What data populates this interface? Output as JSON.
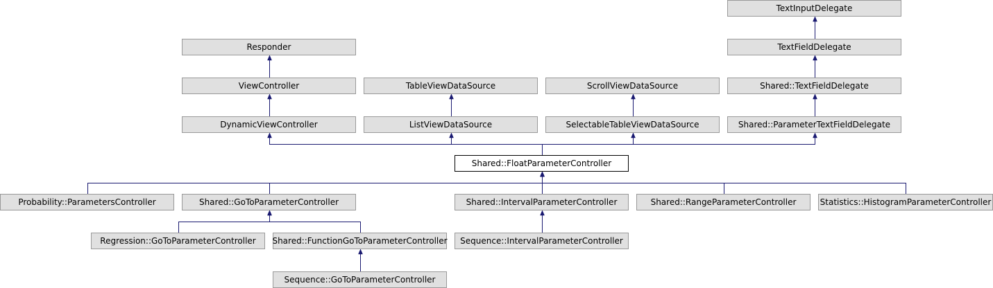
{
  "colors": {
    "node_fill": "#e0e0e0",
    "node_border": "#999999",
    "focus_fill": "#ffffff",
    "edge": "#191970"
  },
  "nodes": {
    "text_input_delegate": "TextInputDelegate",
    "text_field_delegate": "TextFieldDelegate",
    "responder": "Responder",
    "view_controller": "ViewController",
    "table_view_data_source": "TableViewDataSource",
    "scroll_view_data_source": "ScrollViewDataSource",
    "shared_text_field_delegate": "Shared::TextFieldDelegate",
    "dynamic_view_controller": "DynamicViewController",
    "list_view_data_source": "ListViewDataSource",
    "selectable_table_view_data_source": "SelectableTableViewDataSource",
    "shared_parameter_text_field_delegate": "Shared::ParameterTextFieldDelegate",
    "float_parameter_controller": "Shared::FloatParameterController",
    "probability_parameters_controller": "Probability::ParametersController",
    "go_to_parameter_controller": "Shared::GoToParameterController",
    "interval_parameter_controller": "Shared::IntervalParameterController",
    "range_parameter_controller": "Shared::RangeParameterController",
    "histogram_parameter_controller": "Statistics::HistogramParameterController",
    "regression_go_to_parameter_controller": "Regression::GoToParameterController",
    "function_go_to_parameter_controller": "Shared::FunctionGoToParameterController",
    "sequence_interval_parameter_controller": "Sequence::IntervalParameterController",
    "sequence_go_to_parameter_controller": "Sequence::GoToParameterController"
  },
  "edges": [
    {
      "from": "text_field_delegate",
      "to": "text_input_delegate"
    },
    {
      "from": "shared_text_field_delegate",
      "to": "text_field_delegate"
    },
    {
      "from": "view_controller",
      "to": "responder"
    },
    {
      "from": "dynamic_view_controller",
      "to": "view_controller"
    },
    {
      "from": "list_view_data_source",
      "to": "table_view_data_source"
    },
    {
      "from": "selectable_table_view_data_source",
      "to": "scroll_view_data_source"
    },
    {
      "from": "shared_parameter_text_field_delegate",
      "to": "shared_text_field_delegate"
    },
    {
      "from": "float_parameter_controller",
      "to": "dynamic_view_controller"
    },
    {
      "from": "float_parameter_controller",
      "to": "list_view_data_source"
    },
    {
      "from": "float_parameter_controller",
      "to": "selectable_table_view_data_source"
    },
    {
      "from": "float_parameter_controller",
      "to": "shared_parameter_text_field_delegate"
    },
    {
      "from": "probability_parameters_controller",
      "to": "float_parameter_controller"
    },
    {
      "from": "go_to_parameter_controller",
      "to": "float_parameter_controller"
    },
    {
      "from": "interval_parameter_controller",
      "to": "float_parameter_controller"
    },
    {
      "from": "range_parameter_controller",
      "to": "float_parameter_controller"
    },
    {
      "from": "histogram_parameter_controller",
      "to": "float_parameter_controller"
    },
    {
      "from": "regression_go_to_parameter_controller",
      "to": "go_to_parameter_controller"
    },
    {
      "from": "function_go_to_parameter_controller",
      "to": "go_to_parameter_controller"
    },
    {
      "from": "sequence_interval_parameter_controller",
      "to": "interval_parameter_controller"
    },
    {
      "from": "sequence_go_to_parameter_controller",
      "to": "function_go_to_parameter_controller"
    }
  ]
}
